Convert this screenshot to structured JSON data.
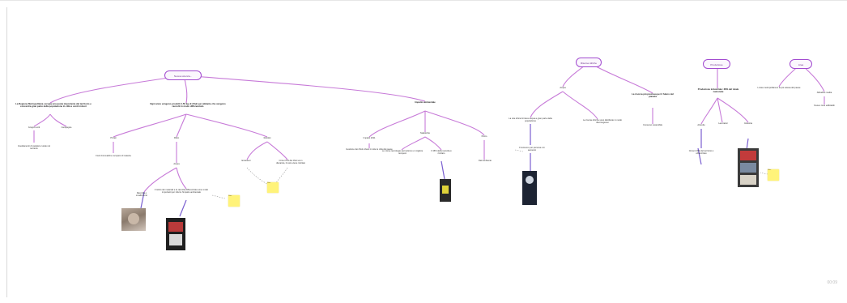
{
  "board": {
    "page_indicator": "00:09"
  },
  "colors": {
    "branch": "#c77ad8",
    "branch_dark": "#8a40c0",
    "pill_border": "#a24bd0",
    "sticky": "#fff37a"
  },
  "roots": [
    {
      "id": "r1",
      "label": "Nuova scienza..."
    },
    {
      "id": "r2",
      "label": "Risorse idriche"
    },
    {
      "id": "r3",
      "label": "Produzione"
    },
    {
      "id": "r4",
      "label": "Area"
    }
  ],
  "nodes": {
    "n1": "La Regione Metropolitana occupa una quota importante del territorio e concentra gran parte della popolazione in città e centri minori",
    "n2": "Gruppo Lotti",
    "n3": "Campagna",
    "n4": "Insediamenti di carattere rurale nel territorio",
    "n5": "Ogni anno vengono prodotti 1.50 kg di rifiuti per abitante che vengono raccolti in modo differenziato",
    "n6": "Privati",
    "n7": "Ritiro",
    "n8": "Residui",
    "n9": "Fonti rinnovabili e recupero di materia",
    "n10": "Emissioni",
    "n11": "Acqua",
    "n12": "Il riciclo dei materiali e la raccolta differenziata sono molto importanti per ridurre l'impatto ambientale",
    "n13": "Raccolta e smaltimento",
    "n14": "Impatto ambientale",
    "n15": "Circa il 5% dei rifiuti va in discarica, il resto viene riciclato",
    "n16": "Impatto 2011",
    "n17": "Statistiche",
    "n18": "Punto",
    "n19": "Gestione dei rifiuti urbani in tutte le città del paese",
    "n20": "Le nuove tecnologie permettono un migliore recupero",
    "n21": "Il 15% della raccolta è riciclato",
    "n22": "Dati ambiente",
    "n23": "Acqua",
    "n24": "La rete idrica fornisce acqua a gran parte della popolazione",
    "n25": "Le risorse idriche sono distribuite in modo disomogeneo",
    "n26": "Il consumo per persona è in aumento",
    "n27": "La risorsa più preziosa per il futuro del pianeta",
    "n28": "Consumo sostenibile",
    "n29": "Produzione industriale: 38% del totale nazionale",
    "n30": "Aziende",
    "n31": "Lavoratori",
    "n32": "Industria",
    "n33": "Circa il 20% del territorio è urbanizzato",
    "n34": "L'area metropolitana è la più estesa del paese",
    "n35": "Altitudine media",
    "n36": "Nuove zone edificabili"
  },
  "stickies": [
    {
      "id": "s1",
      "label": "Nota"
    },
    {
      "id": "s2",
      "label": "Nota"
    },
    {
      "id": "s3",
      "label": "Nota"
    }
  ]
}
